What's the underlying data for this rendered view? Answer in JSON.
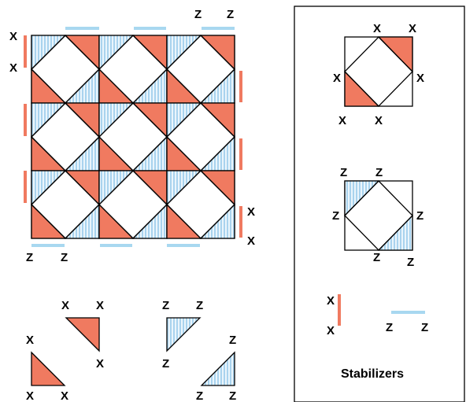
{
  "colors": {
    "x_fill": "#F07A60",
    "z_stripe": "#A9D3EE",
    "z_bg": "#EAF5FC",
    "z_bar": "#A8D8F0",
    "x_bar": "#F07A60",
    "stroke": "#000000"
  },
  "lattice": {
    "label_x": "X",
    "label_z": "Z"
  },
  "stabilizers_panel": {
    "title": "Stabilizers",
    "x_plaquette": "X",
    "z_plaquette": "Z",
    "x_boundary": "X",
    "z_boundary": "Z"
  },
  "triangles": {
    "x_label": "X",
    "z_label": "Z"
  }
}
